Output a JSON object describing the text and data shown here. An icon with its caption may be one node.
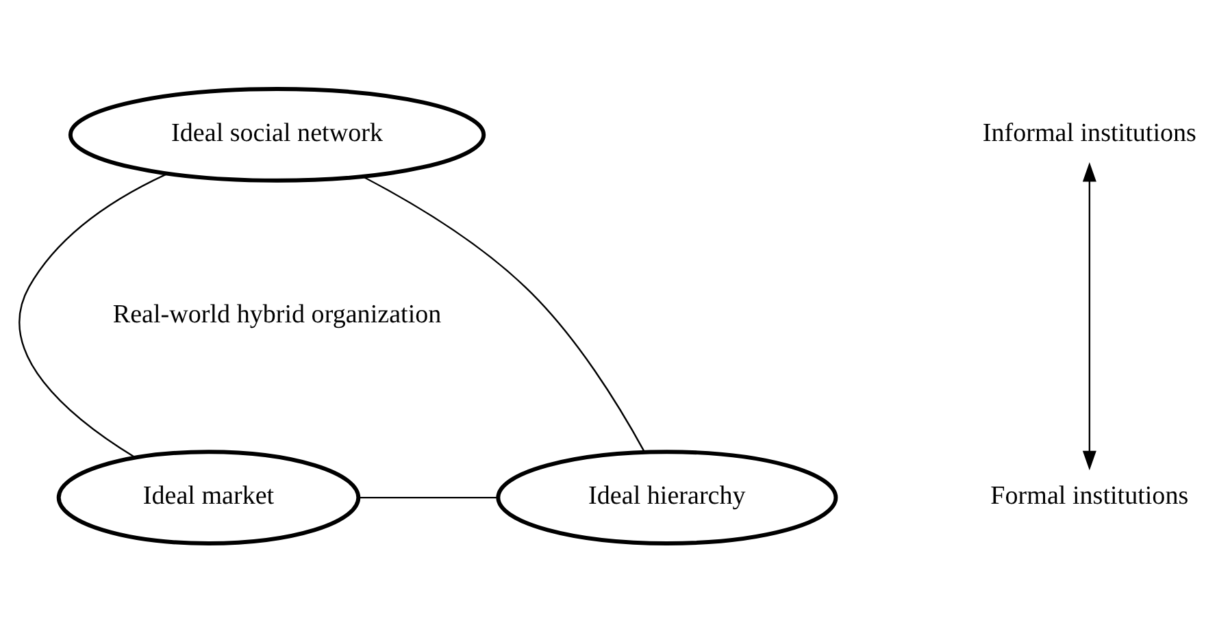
{
  "diagram": {
    "nodes": [
      {
        "text": [
          "Ideal social network"
        ]
      },
      {
        "text": [
          "Ideal market"
        ]
      },
      {
        "text": [
          "Ideal hierarchy"
        ]
      },
      {
        "text": [
          "Informal institutions"
        ]
      },
      {
        "text": [
          "Formal institutions"
        ]
      }
    ],
    "edges": [
      {
        "from": 0,
        "to": 1,
        "arrow": "none"
      },
      {
        "from": 0,
        "to": 2,
        "arrow": "none"
      },
      {
        "from": 1,
        "to": 2,
        "arrow": "none"
      },
      {
        "from": 3,
        "to": 4,
        "arrow": "both"
      }
    ],
    "labels": [
      "Real-world hybrid organization"
    ]
  }
}
